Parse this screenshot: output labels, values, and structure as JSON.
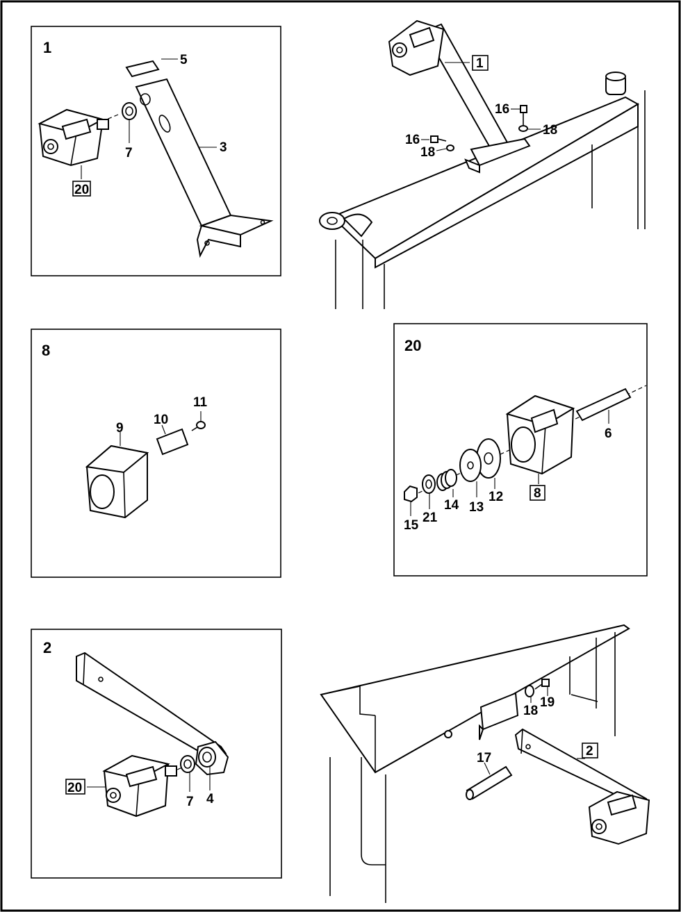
{
  "panels": {
    "p1": {
      "title": "1",
      "callouts": [
        "5",
        "3",
        "7",
        "20"
      ],
      "boxed": [
        "20"
      ]
    },
    "p8": {
      "title": "8",
      "callouts": [
        "11",
        "10",
        "9"
      ]
    },
    "p20": {
      "title": "20",
      "callouts": [
        "6",
        "8",
        "12",
        "13",
        "14",
        "21",
        "15"
      ],
      "boxed": [
        "8"
      ]
    },
    "p2": {
      "title": "2",
      "callouts": [
        "20",
        "7",
        "4"
      ],
      "boxed": [
        "20"
      ]
    }
  },
  "assemblies": {
    "top": {
      "callouts": [
        "1",
        "16",
        "18",
        "16",
        "18"
      ],
      "boxed": [
        "1"
      ]
    },
    "bottom": {
      "callouts": [
        "18",
        "19",
        "17",
        "2"
      ],
      "boxed": [
        "2"
      ]
    }
  }
}
